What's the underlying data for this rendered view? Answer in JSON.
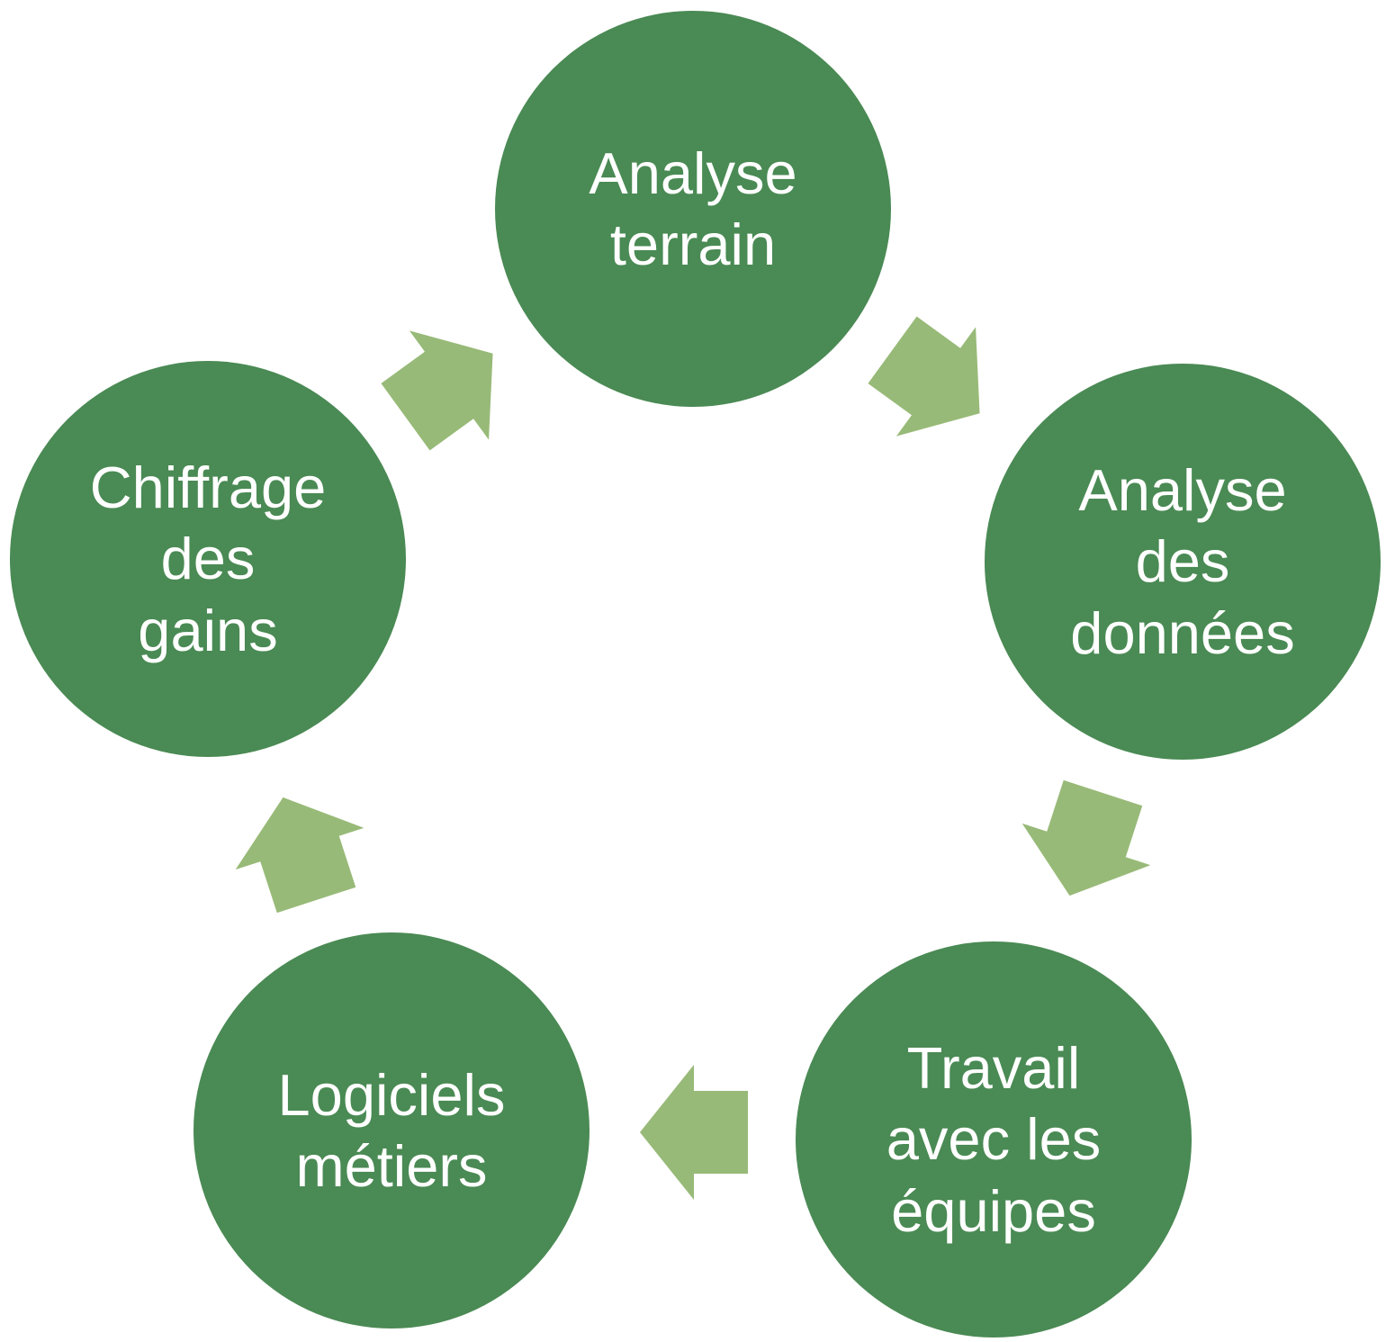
{
  "diagram": {
    "type": "cycle",
    "direction": "clockwise",
    "background_color": "#ffffff",
    "circle_color": "#4a8a54",
    "arrow_color": "#98ba78",
    "text_color": "#ffffff",
    "steps": [
      {
        "id": "analyse-terrain",
        "label": "Analyse\nterrain"
      },
      {
        "id": "analyse-des-donnees",
        "label": "Analyse\ndes\ndonnées"
      },
      {
        "id": "travail-avec-les-equipes",
        "label": "Travail\navec les\néquipes"
      },
      {
        "id": "logiciels-metiers",
        "label": "Logiciels\nmétiers"
      },
      {
        "id": "chiffrage-des-gains",
        "label": "Chiffrage\ndes\ngains"
      }
    ]
  }
}
